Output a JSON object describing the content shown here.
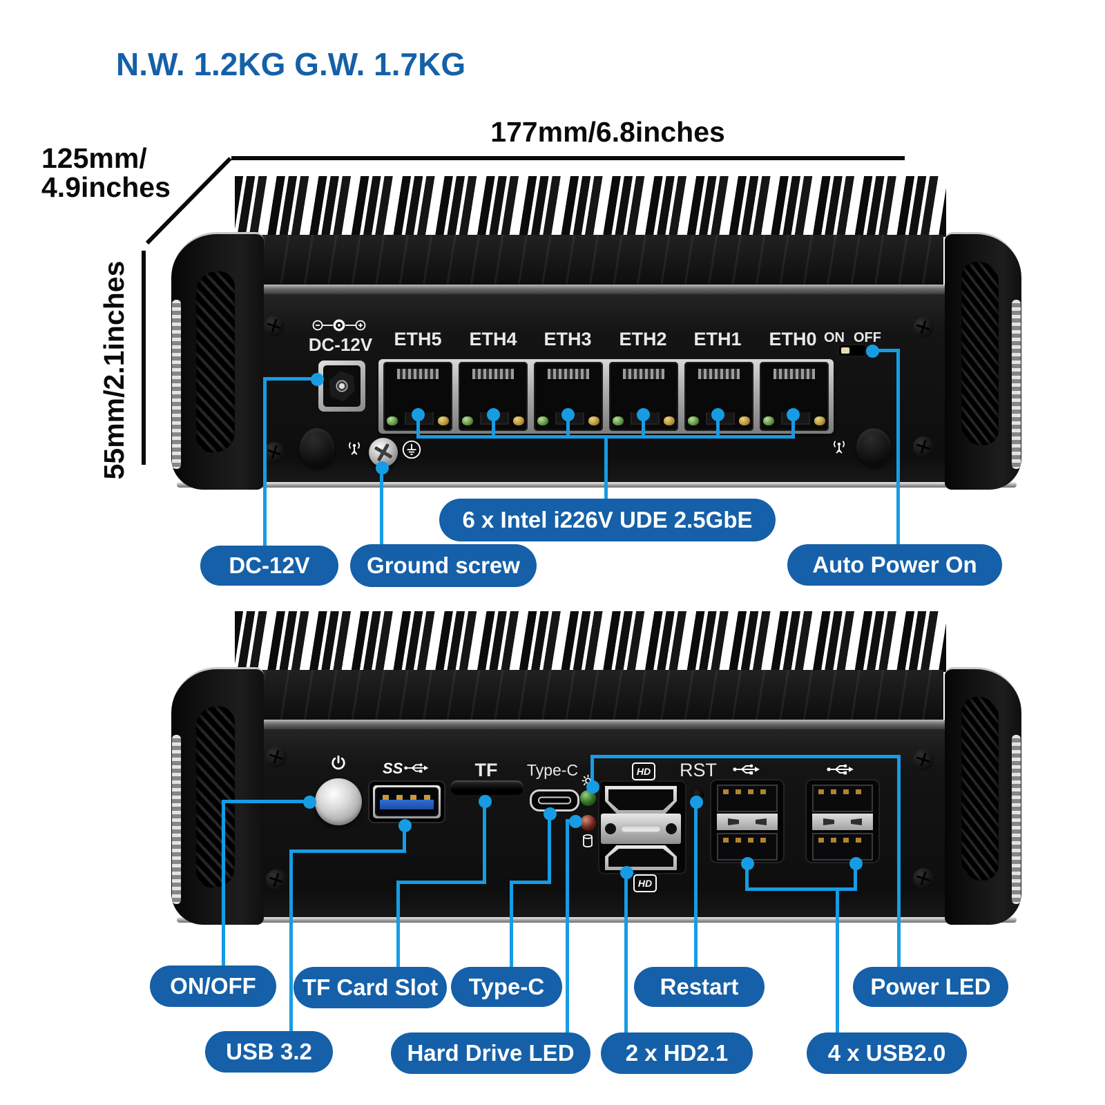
{
  "colors": {
    "title_blue": "#1560a8",
    "pill_blue": "#1560a8",
    "callout_blue": "#179ce4"
  },
  "header": {
    "weights": "N.W. 1.2KG G.W. 1.7KG"
  },
  "dimensions": {
    "width": "177mm/6.8inches",
    "depth_line1": "125mm/",
    "depth_line2": "4.9inches",
    "height": "55mm/2.1inches"
  },
  "rear_panel": {
    "dc_label": "DC-12V",
    "eth_labels": [
      "ETH5",
      "ETH4",
      "ETH3",
      "ETH2",
      "ETH1",
      "ETH0"
    ],
    "switch_on": "ON",
    "switch_off": "OFF",
    "callout_ports": "6 x Intel i226V UDE 2.5GbE",
    "callout_dc": "DC-12V",
    "callout_ground": "Ground screw",
    "callout_switch": "Auto Power On"
  },
  "front_panel": {
    "usb3_label": "SS",
    "tf_label": "TF",
    "typec_label": "Type-C",
    "rst_label": "RST",
    "hd_logo": "HD",
    "callout_onoff": "ON/OFF",
    "callout_usb32": "USB 3.2",
    "callout_tf": "TF Card Slot",
    "callout_typec": "Type-C",
    "callout_hdd_led": "Hard Drive LED",
    "callout_hd21": "2 x HD2.1",
    "callout_restart": "Restart",
    "callout_usb20": "4 x USB2.0",
    "callout_power_led": "Power LED"
  }
}
